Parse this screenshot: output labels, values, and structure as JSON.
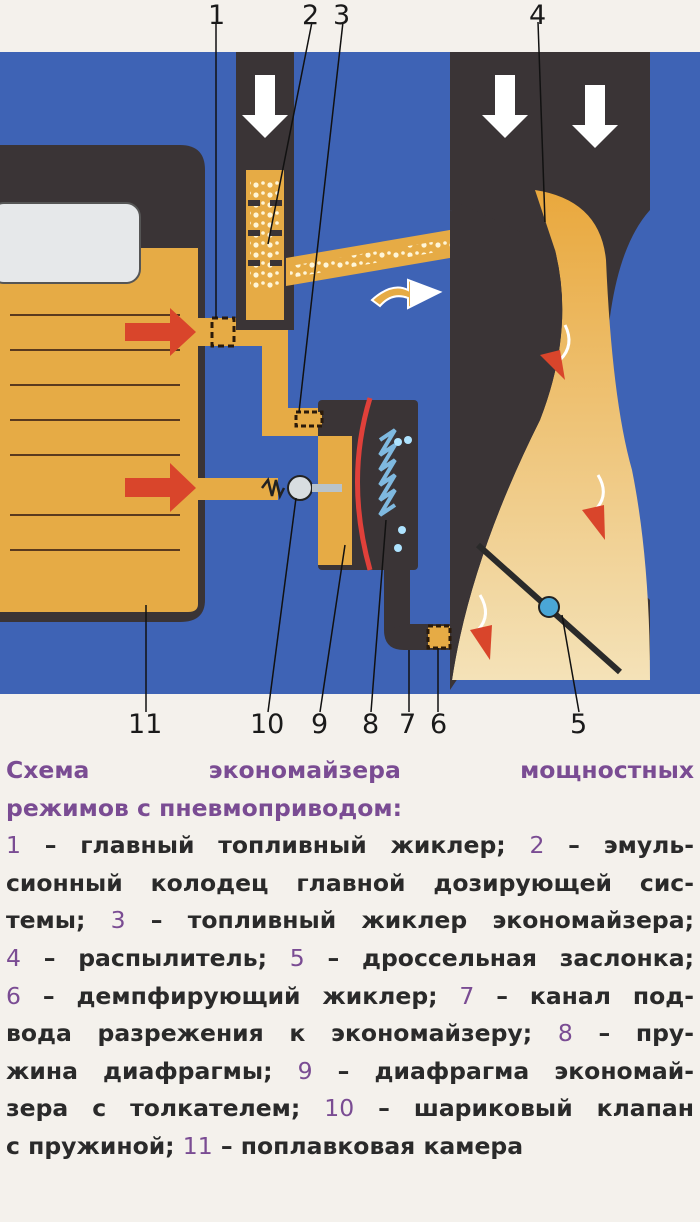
{
  "labels": {
    "n1": "1",
    "n2": "2",
    "n3": "3",
    "n4": "4",
    "n5": "5",
    "n6": "6",
    "n7": "7",
    "n8": "8",
    "n9": "9",
    "n10": "10",
    "n11": "11"
  },
  "caption": {
    "title_1": "Схема экономайзера мощностных",
    "title_2": "режимов с пневмоприводом:",
    "lines": [
      [
        "1",
        " – главный топливный жиклер; ",
        "2",
        " – эмуль-"
      ],
      [
        "",
        "сионный колодец главной дозирующей сис-",
        "",
        ""
      ],
      [
        "",
        "темы; ",
        "3",
        " – топливный жиклер экономайзера;"
      ],
      [
        "4",
        " – распылитель; ",
        "5",
        " – дроссельная заслонка;"
      ],
      [
        "6",
        " – демпфирующий жиклер; ",
        "7",
        " – канал под-"
      ],
      [
        "",
        "вода разрежения к экономайзеру; ",
        "8",
        " – пру-"
      ],
      [
        "",
        "жина диафрагмы; ",
        "9",
        " – диафрагма экономай-"
      ],
      [
        "",
        "зера с толкателем; ",
        "10",
        " – шариковый клапан"
      ],
      [
        "",
        "с пружиной; ",
        "11",
        " – поплавковая камера"
      ]
    ]
  },
  "colors": {
    "background_blue": "#3e63b5",
    "fuel": "#e6ab45",
    "dark_body": "#3a3436",
    "arrow_red": "#d9452b",
    "accent_purple": "#7a4c93"
  }
}
